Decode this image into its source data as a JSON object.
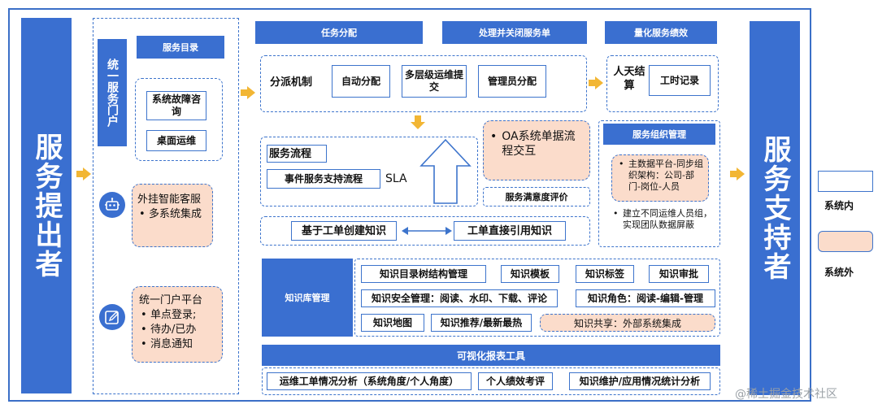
{
  "left_actor": "服务提出者",
  "right_actor": "服务支持者",
  "portal": {
    "title": "统一服务门户",
    "catalog_header": "服务目录",
    "catalog_items": [
      "系统故障咨询",
      "桌面运维"
    ],
    "chatbot_title": "外挂智能客服",
    "chatbot_points": [
      "多系统集成"
    ],
    "platform_title": "统一门户平台",
    "platform_points": [
      "单点登录;",
      "待办/已办",
      "消息通知"
    ]
  },
  "top_headers": [
    "任务分配",
    "处理并关闭服务单",
    "量化服务绩效"
  ],
  "dispatch": {
    "label": "分派机制",
    "items": [
      "自动分配",
      "多层级运维提交",
      "管理员分配"
    ]
  },
  "settlement": {
    "label": "人天结算",
    "record": "工时记录"
  },
  "process": {
    "label": "服务流程",
    "event_flow": "事件服务支持流程",
    "sla": "SLA"
  },
  "oa": {
    "text": "OA系统单据流程交互",
    "bullet": "•"
  },
  "satisfaction": "服务满意度评价",
  "knowledge_flow": {
    "create": "基于工单创建知识",
    "reference": "工单直接引用知识"
  },
  "org": {
    "header": "服务组织管理",
    "points": [
      "主数据平台-同步组织架构：公司-部门-岗位-人员",
      "建立不同运维人员组，实现团队数据屏蔽"
    ]
  },
  "kb": {
    "header": "知识库管理",
    "row1": [
      "知识目录树结构管理",
      "知识模板",
      "知识标签",
      "知识审批"
    ],
    "row2": [
      "知识安全管理：阅读、水印、下载、评论",
      "知识角色：阅读-编辑-管理"
    ],
    "row3": [
      "知识地图",
      "知识推荐/最新最热",
      "知识共享：外部系统集成"
    ]
  },
  "report": {
    "header": "可视化报表工具",
    "items": [
      "运维工单情况分析（系统角度/个人角度）",
      "个人绩效考评",
      "知识维护/应用情况统计分析"
    ]
  },
  "legend": {
    "inside": "系统内",
    "outside": "系统外"
  },
  "watermark": "@稀土掘金技术社区",
  "colors": {
    "blue": "#3a6fd0",
    "peach": "#fbdccb",
    "arrow": "#f2b634"
  }
}
